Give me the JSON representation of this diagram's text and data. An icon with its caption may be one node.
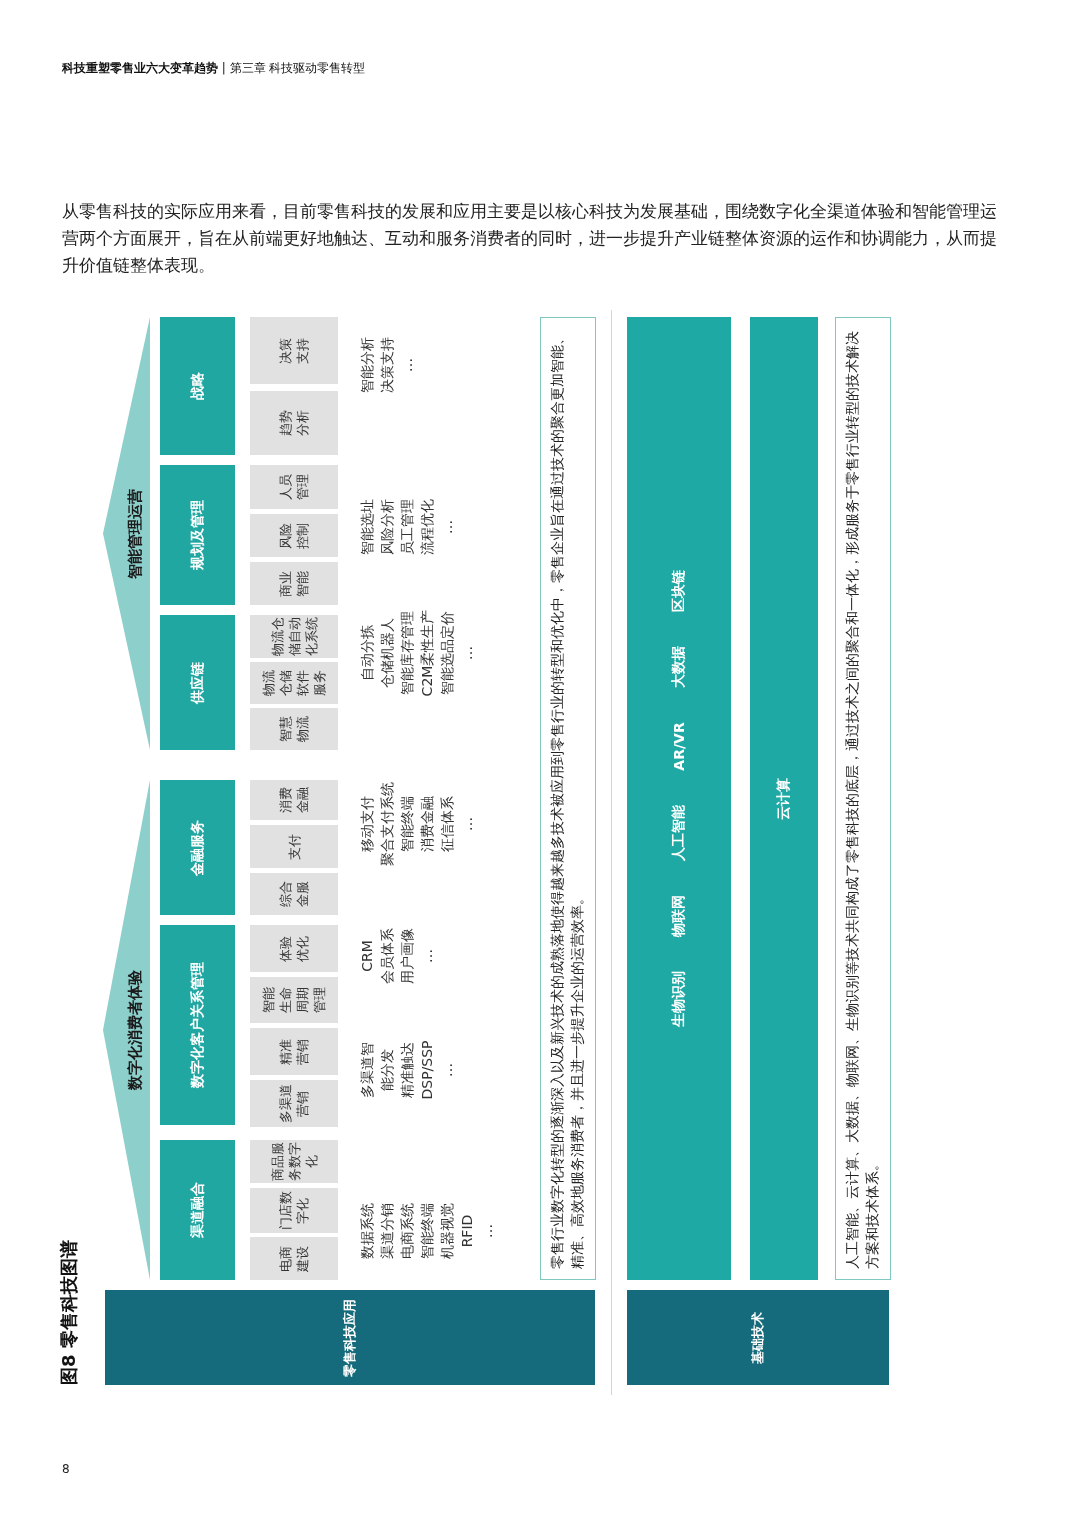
{
  "diagram": {
    "title": "图8 零售科技图谱",
    "nodes": [
      {
        "text": [
          "零售科技应用"
        ]
      },
      {
        "text": [
          "数字化消费者体验"
        ]
      },
      {
        "text": [
          "智能管理运营"
        ]
      },
      {
        "text": [
          "渠道融合"
        ]
      },
      {
        "text": [
          "数字化客户关系管理"
        ]
      },
      {
        "text": [
          "金融服务"
        ]
      },
      {
        "text": [
          "供应链"
        ]
      },
      {
        "text": [
          "规划及管理"
        ]
      },
      {
        "text": [
          "战略"
        ]
      },
      {
        "text": [
          "电商建设"
        ]
      },
      {
        "text": [
          "门店数字化"
        ]
      },
      {
        "text": [
          "商品服务数字化"
        ]
      },
      {
        "text": [
          "多渠道营销"
        ]
      },
      {
        "text": [
          "精准营销"
        ]
      },
      {
        "text": [
          "智能生命周期管理"
        ]
      },
      {
        "text": [
          "体验优化"
        ]
      },
      {
        "text": [
          "综合金服"
        ]
      },
      {
        "text": [
          "支付"
        ]
      },
      {
        "text": [
          "消费金融"
        ]
      },
      {
        "text": [
          "智慧物流"
        ]
      },
      {
        "text": [
          "物流仓储软件服务"
        ]
      },
      {
        "text": [
          "物流仓储自动化系统"
        ]
      },
      {
        "text": [
          "商业智能"
        ]
      },
      {
        "text": [
          "风险控制"
        ]
      },
      {
        "text": [
          "人员管理"
        ]
      },
      {
        "text": [
          "趋势分析"
        ]
      },
      {
        "text": [
          "决策支持"
        ]
      },
      {
        "text": [
          "零售行业数字化转型的逐渐深入以及新兴技术的成熟落地使得越来越多技术被应用到零售行业的转型和优化中，零售企业旨在通过技术的聚合更加智能、精准、高效地服务消费者，并且进一步提升企业的运营效率。"
        ]
      },
      {
        "text": [
          "基础技术"
        ]
      },
      {
        "text": [
          "生物识别",
          "物联网",
          "人工智能",
          "AR/VR",
          "大数据",
          "区块链"
        ]
      },
      {
        "text": [
          "云计算"
        ]
      },
      {
        "text": [
          "人工智能、云计算、大数据、物联网、生物识别等技术共同构成了零售科技的底层，通过技术之间的聚合和一体化，形成服务于零售行业转型的技术解决方案和技术体系。"
        ]
      }
    ],
    "labels": [
      "**科技重塑零售业六大变革趋势** | 第三章 科技驱动零售转型",
      "从零售科技的实际应用来看，目前零售科技的发展和应用主要是以核心科技为发展基础，围绕数字化全渠道体验和智能管理运营两个方面展开，旨在从前端更好地触达、互动和服务消费者的同时，进一步提升产业链整体资源的运作和协调能力，从而提升价值链整体表现。",
      "数据系统",
      "渠道分销",
      "电商系统",
      "智能终端",
      "机器视觉",
      "RFID",
      "…",
      "多渠道智能分发",
      "精准触达",
      "DSP/SSP",
      "…",
      "CRM",
      "会员体系",
      "用户画像",
      "…",
      "移动支付",
      "聚合支付系统",
      "智能终端",
      "消费金融",
      "征信体系",
      "…",
      "自动分拣",
      "仓储机器人",
      "智能库存管理",
      "C2M柔性生产",
      "智能选品定价",
      "…",
      "智能选址",
      "风险分析",
      "员工管理",
      "流程优化",
      "…",
      "智能分析",
      "决策支持",
      "…",
      "8"
    ]
  }
}
